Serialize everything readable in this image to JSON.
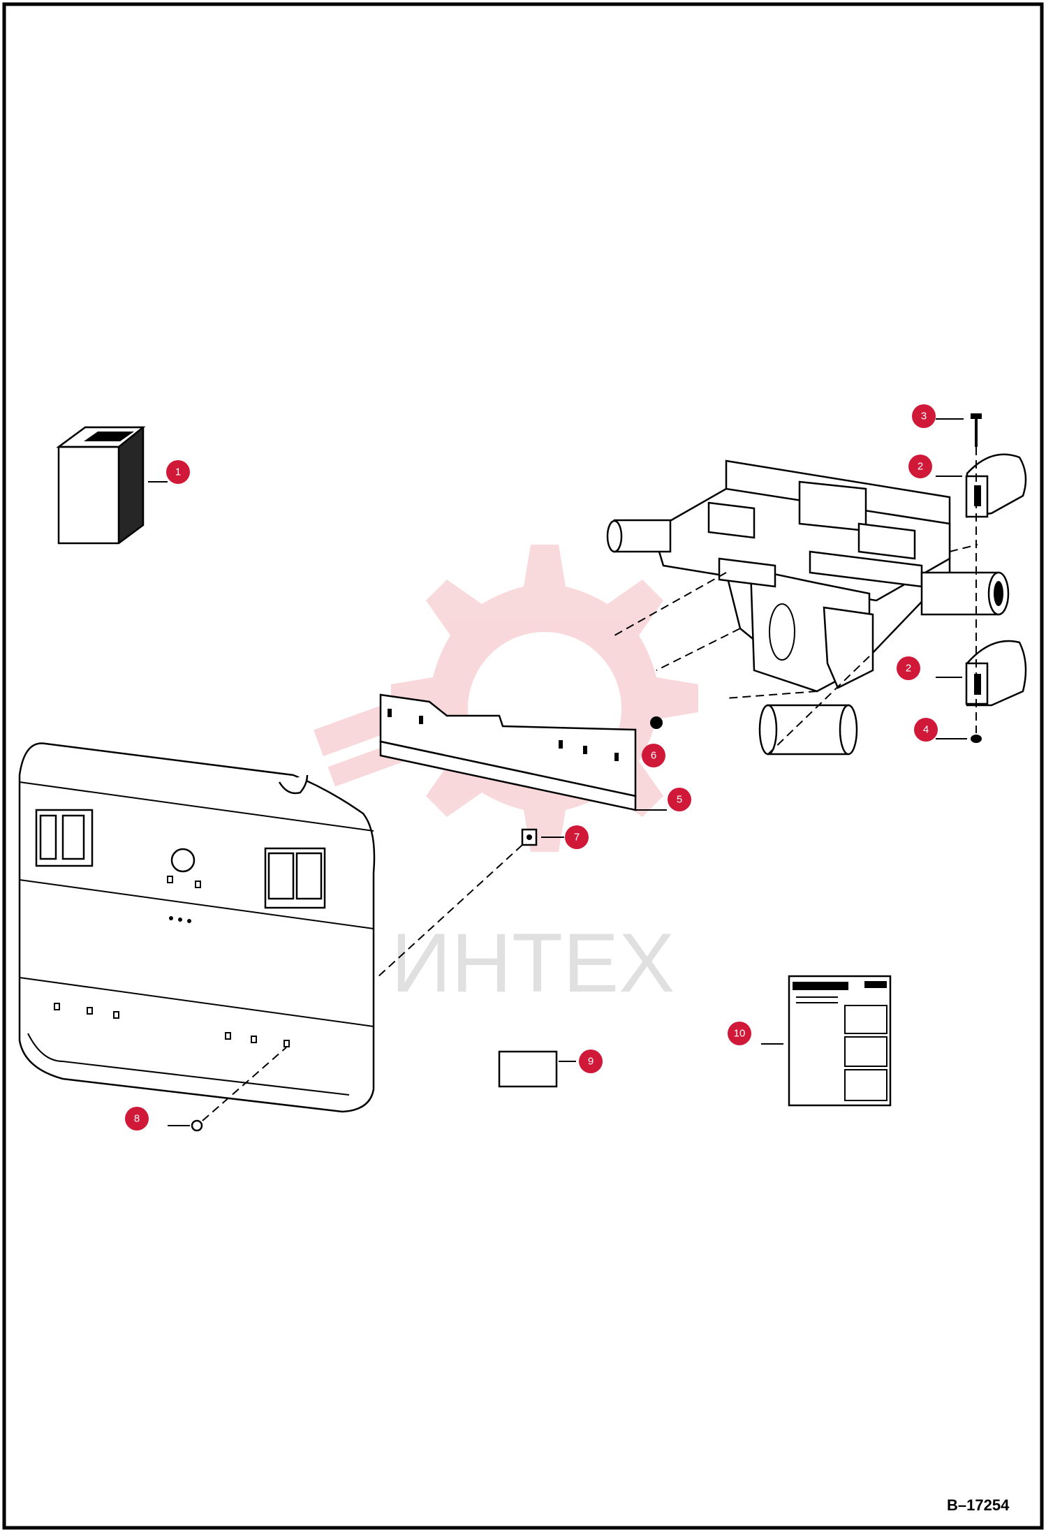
{
  "watermark": {
    "text": "ИНТЕХ",
    "color": "#e0303c"
  },
  "figure_id": "B–17254",
  "callout_color": "#d01838",
  "callouts": [
    {
      "label": "1",
      "part": "battery"
    },
    {
      "label": "2",
      "part": "upper-clamp"
    },
    {
      "label": "2",
      "part": "lower-clamp"
    },
    {
      "label": "3",
      "part": "bolt"
    },
    {
      "label": "4",
      "part": "nut"
    },
    {
      "label": "5",
      "part": "mounting-bracket"
    },
    {
      "label": "6",
      "part": "grommet"
    },
    {
      "label": "7",
      "part": "clip-nut"
    },
    {
      "label": "8",
      "part": "screw"
    },
    {
      "label": "9",
      "part": "decal"
    },
    {
      "label": "10",
      "part": "instruction-sheet"
    }
  ]
}
